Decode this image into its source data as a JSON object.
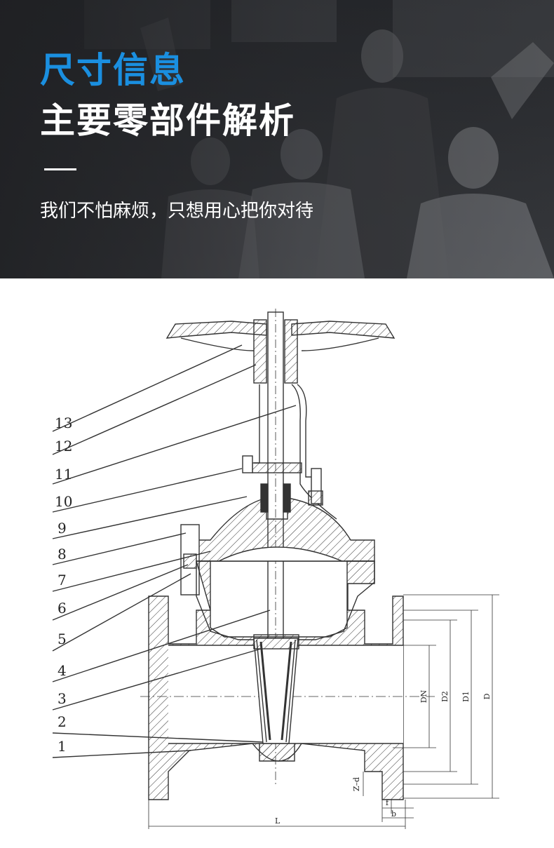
{
  "header": {
    "title_line1": "尺寸信息",
    "title_line2": "主要零部件解析",
    "slogan": "我们不怕麻烦，只想用心把你对待"
  },
  "colors": {
    "accent": "#1a8fe0",
    "banner_bg": "#2c2e33",
    "line": "#333333"
  },
  "diagram": {
    "part_labels": [
      "13",
      "12",
      "11",
      "10",
      "9",
      "8",
      "7",
      "6",
      "5",
      "4",
      "3",
      "2",
      "1"
    ],
    "dims": {
      "dn": "DN",
      "d2": "D2",
      "d1": "D1",
      "d": "D",
      "zd": "Z–d",
      "f": "f",
      "b": "b",
      "l": "L"
    }
  }
}
